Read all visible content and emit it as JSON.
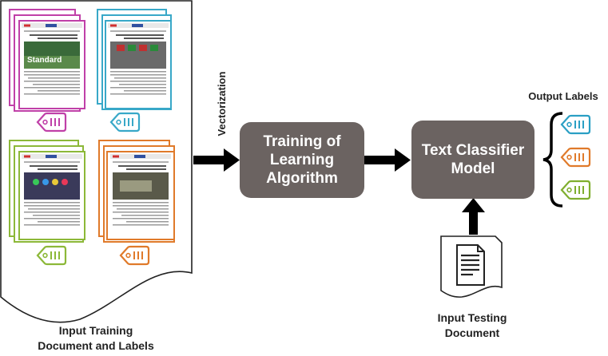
{
  "vectorization_label": "Vectorization",
  "training_box": {
    "line1": "Training of",
    "line2": "Learning",
    "line3": "Algorithm"
  },
  "classifier_box": {
    "line1": "Text Classifier",
    "line2": "Model"
  },
  "output_labels_title": "Output Labels",
  "input_training": {
    "line1": "Input Training",
    "line2": "Document and Labels"
  },
  "input_testing": {
    "line1": "Input Testing",
    "line2": "Document"
  },
  "colors": {
    "box": "#6b6361",
    "arrow": "#000000",
    "doc_magenta": "#c040a8",
    "doc_cyan": "#38a8c8",
    "doc_green": "#8cb838",
    "doc_orange": "#e07a2a",
    "tag_cyan": "#2a9fc4",
    "tag_orange": "#e07a2a",
    "tag_green": "#7fae2e"
  }
}
